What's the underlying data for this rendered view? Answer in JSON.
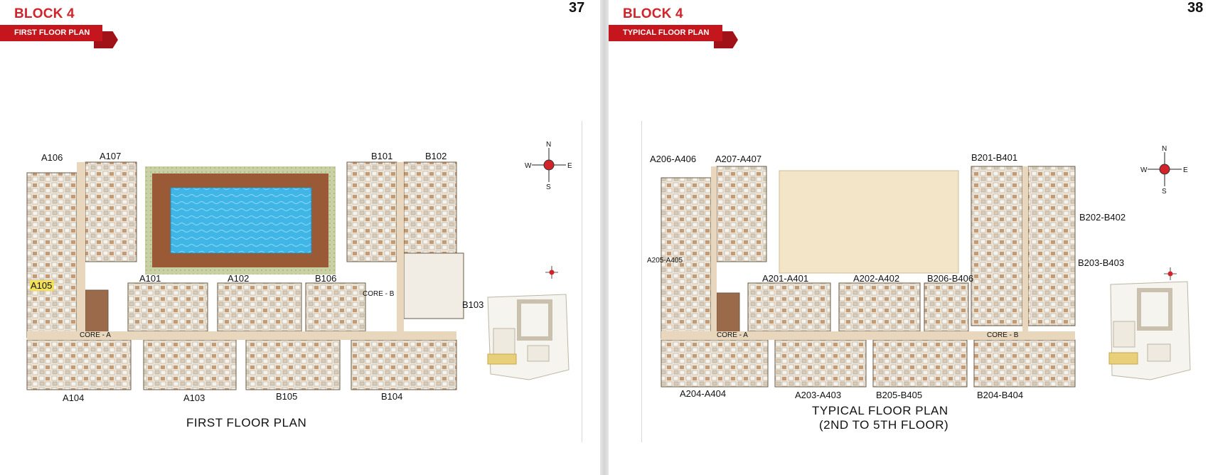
{
  "left_page": {
    "block_title": "BLOCK 4",
    "subtitle": "FIRST FLOOR PLAN",
    "page_number": "37",
    "caption": "FIRST FLOOR PLAN",
    "labels": {
      "a106": "A106",
      "a107": "A107",
      "b101": "B101",
      "b102": "B102",
      "a105": "A105",
      "a101": "A101",
      "a102": "A102",
      "b106": "B106",
      "core_b": "CORE - B",
      "b103": "B103",
      "core_a": "CORE - A",
      "a104": "A104",
      "a103": "A103",
      "b105": "B105",
      "b104": "B104"
    },
    "compass": {
      "n": "N",
      "s": "S",
      "e": "E",
      "w": "W"
    }
  },
  "right_page": {
    "block_title": "BLOCK 4",
    "subtitle": "TYPICAL FLOOR PLAN",
    "page_number": "38",
    "caption_line1": "TYPICAL FLOOR PLAN",
    "caption_line2": "(2ND TO 5TH FLOOR)",
    "labels": {
      "a206": "A206-A406",
      "a207": "A207-A407",
      "b201": "B201-B401",
      "b202": "B202-B402",
      "a205": "A205-A405",
      "b203": "B203-B403",
      "a201": "A201-A401",
      "a202": "A202-A402",
      "b206": "B206-B406",
      "core_a": "CORE - A",
      "core_b": "CORE - B",
      "a204": "A204-A404",
      "a203": "A203-A403",
      "b205": "B205-B405",
      "b204": "B204-B404"
    },
    "compass": {
      "n": "N",
      "s": "S",
      "e": "E",
      "w": "W"
    }
  },
  "colors": {
    "brand_red": "#d2232a",
    "ribbon_red": "#c4161c",
    "pool_blue": "#3fb6e6",
    "deck_wood": "#9a5a36",
    "lawn_beige": "#f3e6c8"
  }
}
